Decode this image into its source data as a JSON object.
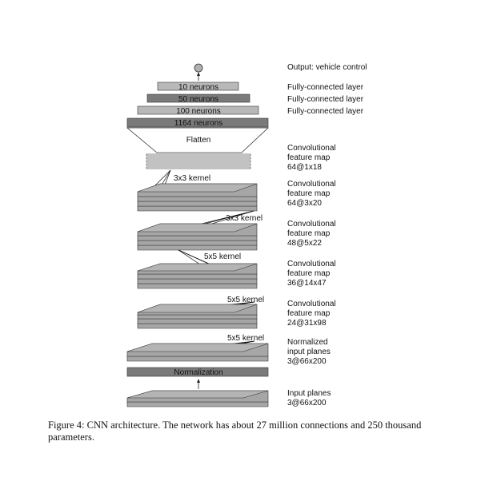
{
  "output": {
    "label": "Output: vehicle control"
  },
  "fc_layers": [
    {
      "text": "10 neurons",
      "label": "Fully-connected layer"
    },
    {
      "text": "50 neurons",
      "label": "Fully-connected layer"
    },
    {
      "text": "100 neurons",
      "label": "Fully-connected layer"
    },
    {
      "text": "1164 neurons",
      "label": ""
    }
  ],
  "flatten": {
    "text": "Flatten"
  },
  "feature_maps": [
    {
      "lines": [
        "Convolutional",
        "feature map",
        "64@1x18"
      ]
    },
    {
      "lines": [
        "Convolutional",
        "feature map",
        "64@3x20"
      ]
    },
    {
      "lines": [
        "Convolutional",
        "feature map",
        "48@5x22"
      ]
    },
    {
      "lines": [
        "Convolutional",
        "feature map",
        "36@14x47"
      ]
    },
    {
      "lines": [
        "Convolutional",
        "feature map",
        "24@31x98"
      ]
    },
    {
      "lines": [
        "Normalized",
        "input planes",
        "3@66x200"
      ]
    }
  ],
  "kernels": [
    "3x3 kernel",
    "3x3 kernel",
    "5x5 kernel",
    "5x5 kernel",
    "5x5 kernel"
  ],
  "normalization": {
    "text": "Normalization"
  },
  "input": {
    "lines": [
      "Input planes",
      "3@66x200"
    ]
  },
  "caption": {
    "text": "Figure 4: CNN architecture. The network has about 27 million connections and 250 thousand parameters."
  },
  "colors": {
    "fc_light": "#b8b8b8",
    "fc_dark": "#7a7a7a",
    "plane_fill": "#a6a6a6",
    "output_node": "#b0b0b0",
    "kernel_patch": "#444444"
  }
}
